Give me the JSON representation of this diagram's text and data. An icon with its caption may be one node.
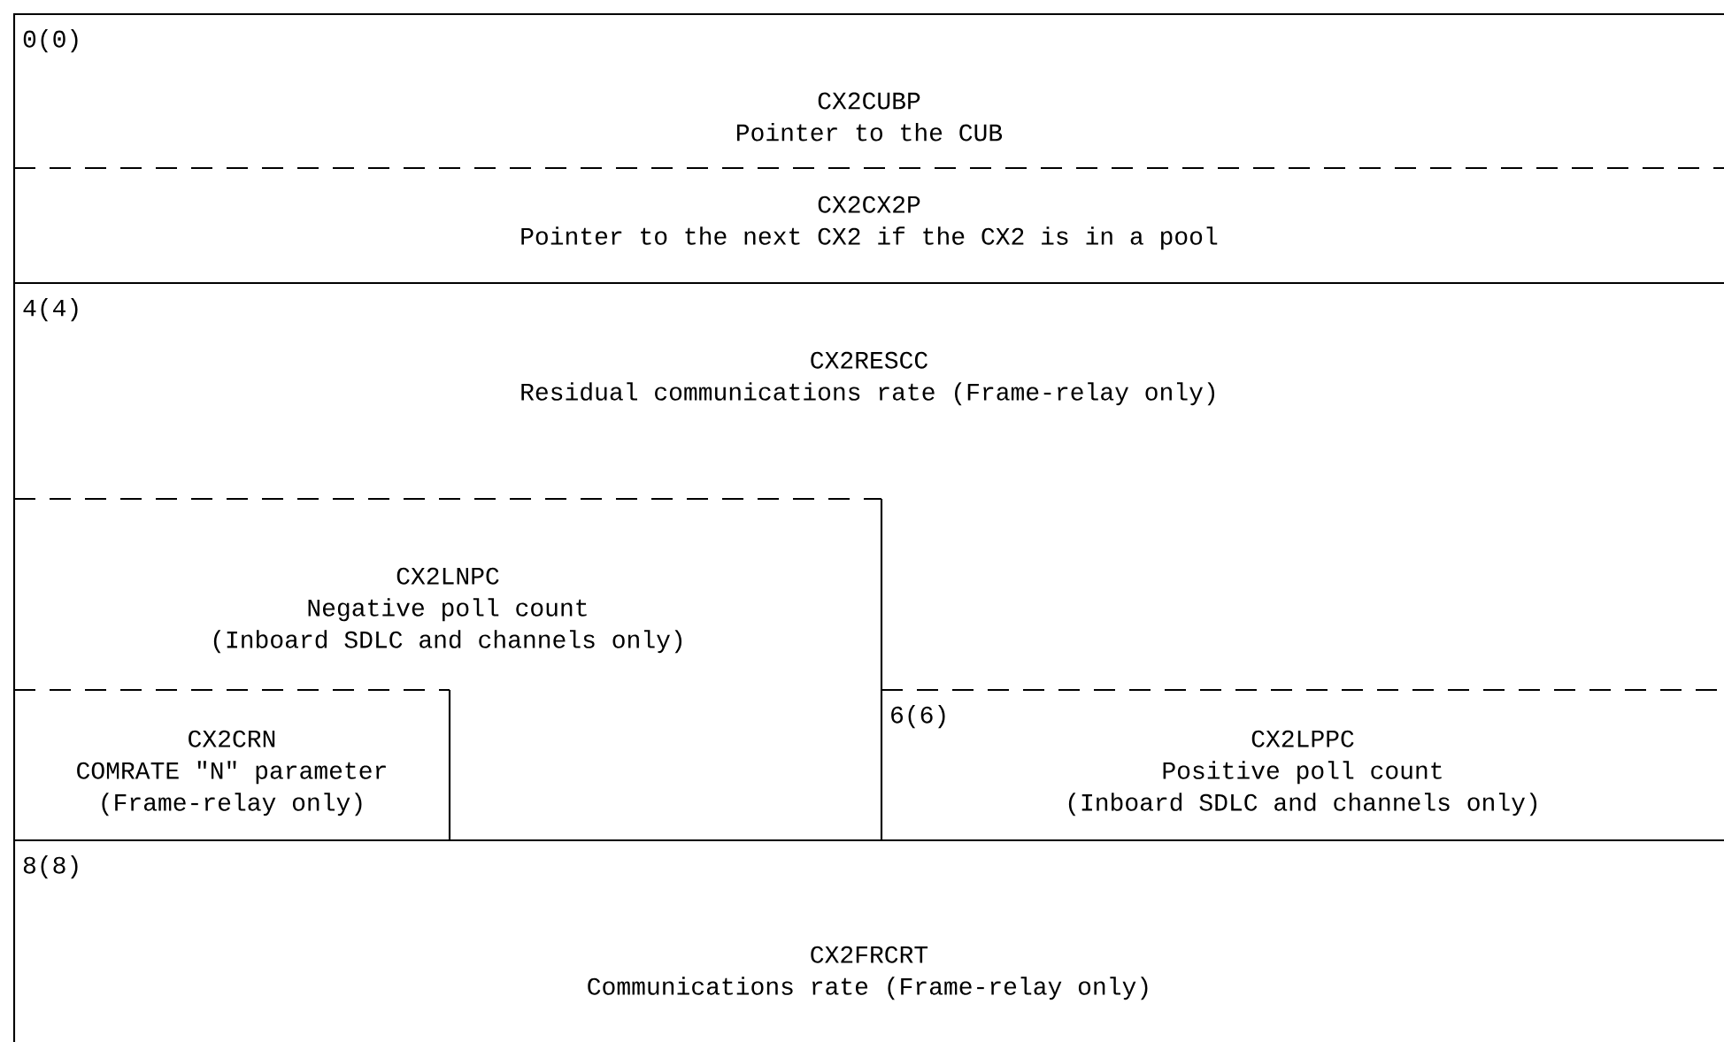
{
  "diagram": {
    "nodes": [
      {
        "text": [
          "0(0)",
          "CX2CUBP",
          "Pointer to the CUB"
        ]
      },
      {
        "text": [
          "CX2CX2P",
          "Pointer to the next CX2 if the CX2 is in a pool"
        ]
      },
      {
        "text": [
          "4(4)",
          "CX2RESCC",
          "Residual communications rate (Frame-relay only)"
        ]
      },
      {
        "text": [
          "CX2LNPC",
          "Negative poll count",
          "(Inboard SDLC and channels only)"
        ]
      },
      {
        "text": [
          "CX2CRN",
          "COMRATE \"N\" parameter",
          "(Frame-relay only)"
        ]
      },
      {
        "text": [
          "6(6)",
          "CX2LPPC",
          "Positive poll count",
          "(Inboard SDLC and channels only)"
        ]
      },
      {
        "text": [
          "8(8)",
          "CX2FRCRT",
          "Communications rate (Frame-relay only)"
        ]
      }
    ]
  }
}
